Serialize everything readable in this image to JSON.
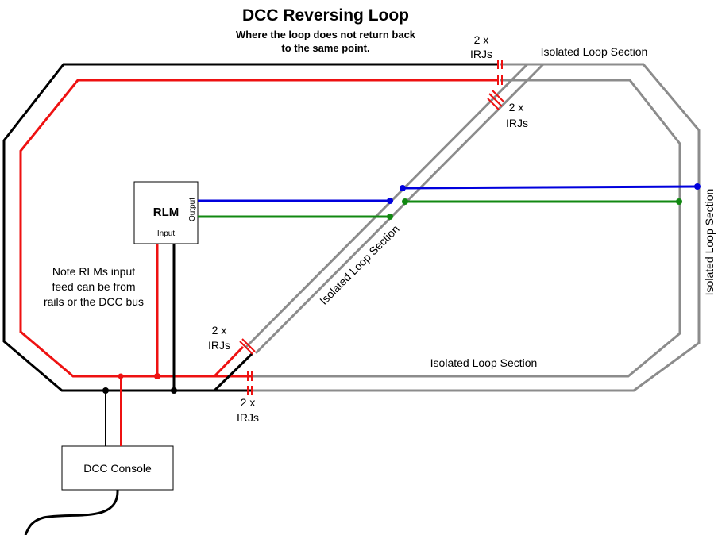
{
  "title": "DCC  Reversing Loop",
  "subtitle_line1": "Where the loop does not return back",
  "subtitle_line2": "to the same point.",
  "rlm": {
    "name": "RLM",
    "output_label": "Output",
    "input_label": "Input"
  },
  "console_label": "DCC Console",
  "note": {
    "line1": "Note RLMs input",
    "line2": "feed can be from",
    "line3": "rails or the DCC bus"
  },
  "irj_top": {
    "line1": "2 x",
    "line2": "IRJs"
  },
  "irj_diag_top": {
    "line1": "2 x",
    "line2": "IRJs"
  },
  "irj_diag_bottom": {
    "line1": "2 x",
    "line2": "IRJs"
  },
  "irj_bottom": {
    "line1": "2 x",
    "line2": "IRJs"
  },
  "isolated_top": "Isolated Loop Section",
  "isolated_diagonal": "Isolated Loop Section",
  "isolated_bottom": "Isolated Loop Section",
  "isolated_right": "Isolated Loop Section",
  "colors": {
    "rail_black": "#000000",
    "rail_red": "#ee1111",
    "isolated_gray": "#8c8c8c",
    "feeder_blue": "#0000dd",
    "feeder_green": "#118811"
  }
}
